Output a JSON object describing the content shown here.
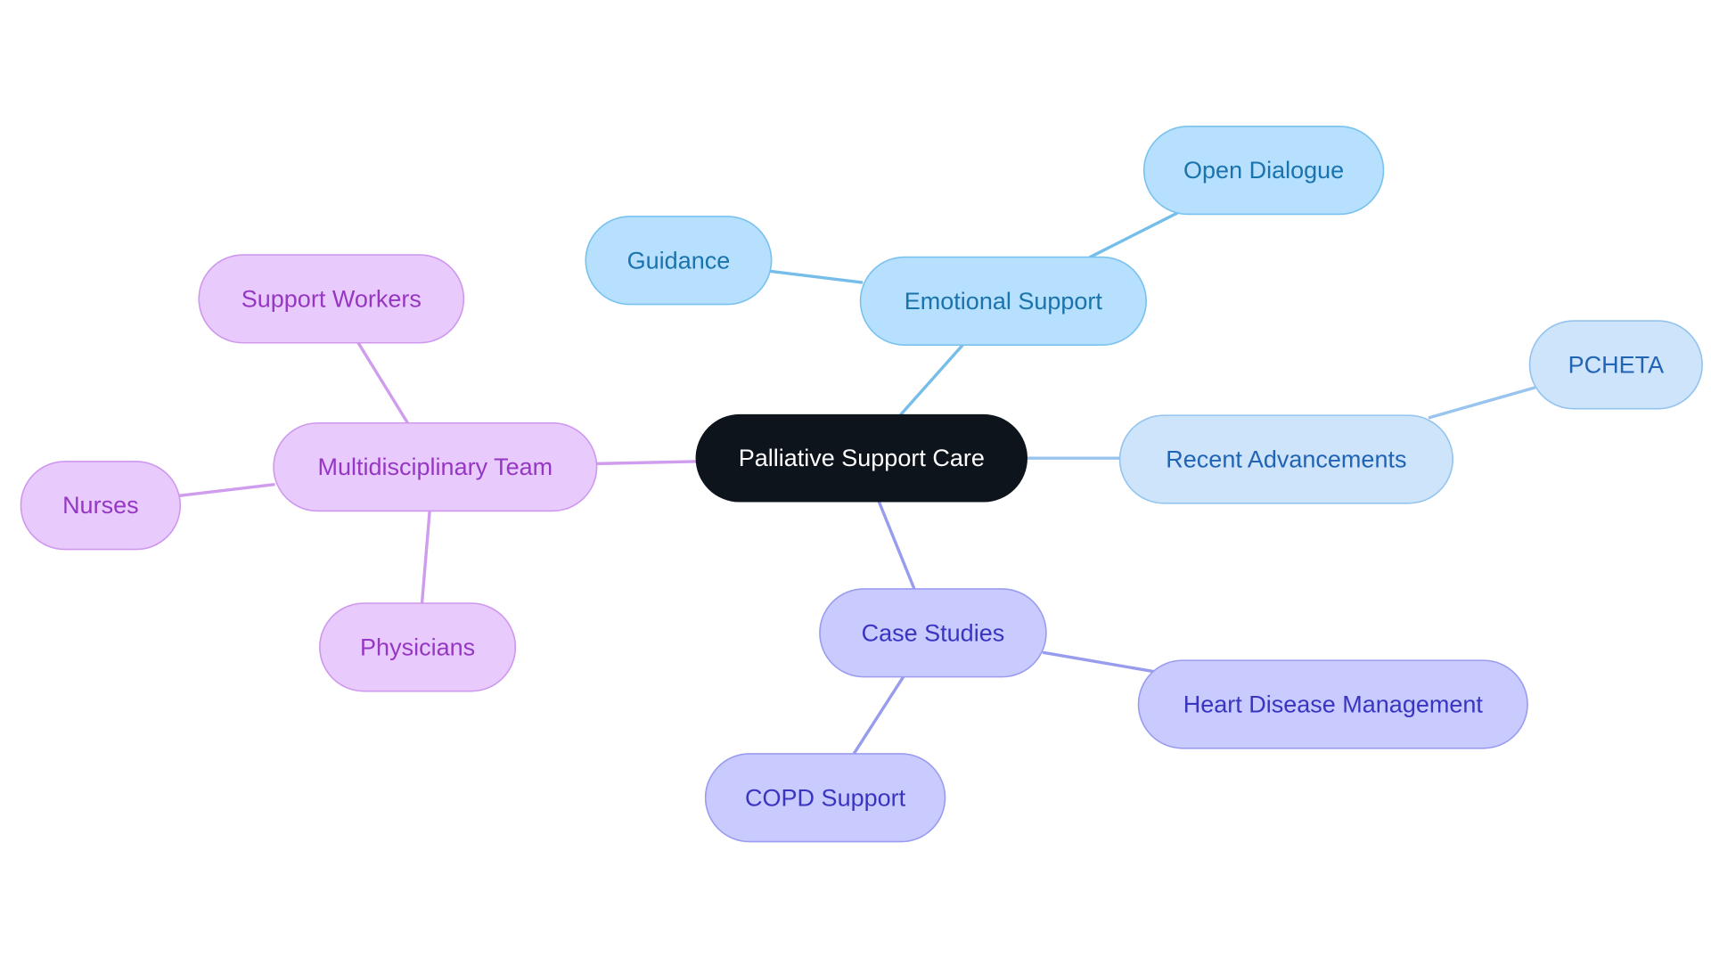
{
  "root": {
    "label": "Palliative Support Care",
    "fill": "#0d141c",
    "text_color": "#ffffff"
  },
  "branches": [
    {
      "key": "emotional",
      "label": "Emotional Support",
      "fill": "#b6e0fd",
      "stroke": "#79c2ee",
      "text_color": "#1b73ad",
      "line_color": "#76bde9",
      "children": [
        {
          "key": "guidance",
          "label": "Guidance"
        },
        {
          "key": "open-dialogue",
          "label": "Open Dialogue"
        }
      ]
    },
    {
      "key": "advancements",
      "label": "Recent Advancements",
      "fill": "#cde4fa",
      "stroke": "#93c3ee",
      "text_color": "#2163b5",
      "line_color": "#98c4ee",
      "children": [
        {
          "key": "pcheta",
          "label": "PCHETA"
        }
      ]
    },
    {
      "key": "case-studies",
      "label": "Case Studies",
      "fill": "#c9cafd",
      "stroke": "#9a9cf0",
      "text_color": "#3a35c0",
      "line_color": "#989cee",
      "children": [
        {
          "key": "heart-disease",
          "label": "Heart Disease Management"
        },
        {
          "key": "copd",
          "label": "COPD Support"
        }
      ]
    },
    {
      "key": "team",
      "label": "Multidisciplinary Team",
      "fill": "#e8cafd",
      "stroke": "#cf98ee",
      "text_color": "#9537c2",
      "line_color": "#cf9cee",
      "children": [
        {
          "key": "support-workers",
          "label": "Support Workers"
        },
        {
          "key": "nurses",
          "label": "Nurses"
        },
        {
          "key": "physicians",
          "label": "Physicians"
        }
      ]
    }
  ]
}
